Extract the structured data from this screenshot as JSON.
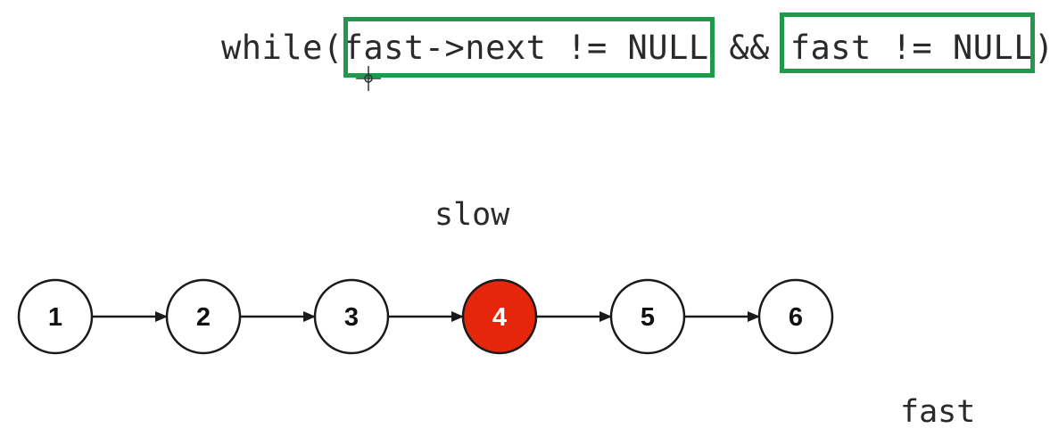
{
  "code": {
    "prefix": "while(",
    "cond1": "fast->next != NULL",
    "op": " && ",
    "cond2": "fast != NULL",
    "suffix": ")"
  },
  "colors": {
    "highlight": "#20994a",
    "active_node": "#e5260b",
    "node_fill": "#ffffff",
    "stroke": "#1a1a1a"
  },
  "pointers": {
    "slow": "slow",
    "fast": "fast"
  },
  "list": {
    "nodes": [
      {
        "label": "1",
        "active": false
      },
      {
        "label": "2",
        "active": false
      },
      {
        "label": "3",
        "active": false
      },
      {
        "label": "4",
        "active": true
      },
      {
        "label": "5",
        "active": false
      },
      {
        "label": "6",
        "active": false
      }
    ]
  }
}
